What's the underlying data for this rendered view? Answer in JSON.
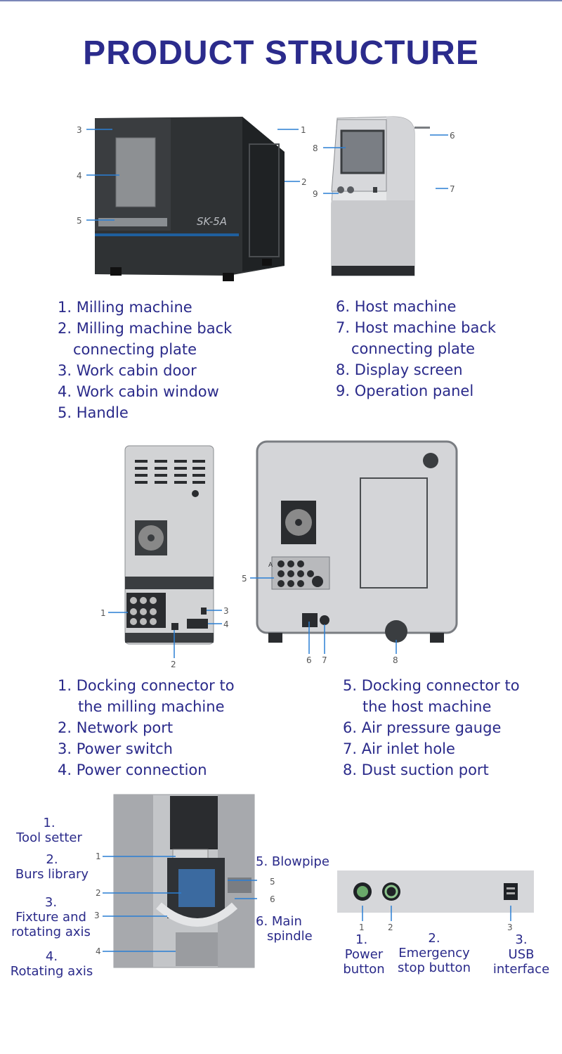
{
  "title": "PRODUCT STRUCTURE",
  "section1": {
    "brand_text": "SK-5A",
    "callouts": [
      "1",
      "2",
      "3",
      "4",
      "5",
      "6",
      "7",
      "8",
      "9"
    ],
    "legend_left": [
      {
        "lines": [
          "1. Milling machine"
        ]
      },
      {
        "lines": [
          "2. Milling machine back",
          "connecting plate"
        ]
      },
      {
        "lines": [
          "3. Work cabin door"
        ]
      },
      {
        "lines": [
          "4. Work cabin window"
        ]
      },
      {
        "lines": [
          "5. Handle"
        ]
      }
    ],
    "legend_right": [
      {
        "lines": [
          "6. Host machine"
        ]
      },
      {
        "lines": [
          "7. Host machine back",
          "connecting plate"
        ]
      },
      {
        "lines": [
          "8. Display screen"
        ]
      },
      {
        "lines": [
          "9. Operation panel"
        ]
      }
    ]
  },
  "section2": {
    "callouts": [
      "1",
      "2",
      "3",
      "4",
      "5",
      "6",
      "7",
      "8"
    ],
    "connector_label": "A",
    "legend_left": [
      {
        "lines": [
          "1.  Docking connector to",
          "the milling machine"
        ]
      },
      {
        "lines": [
          "2. Network port"
        ]
      },
      {
        "lines": [
          "3. Power switch"
        ]
      },
      {
        "lines": [
          "4. Power connection"
        ]
      }
    ],
    "legend_right": [
      {
        "lines": [
          "5. Docking connector to",
          "the host machine"
        ]
      },
      {
        "lines": [
          "6. Air pressure gauge"
        ]
      },
      {
        "lines": [
          "7. Air inlet hole"
        ]
      },
      {
        "lines": [
          "8. Dust suction port"
        ]
      }
    ]
  },
  "section3": {
    "callouts": [
      "1",
      "2",
      "3",
      "4",
      "5",
      "6"
    ],
    "labels": {
      "tool_setter": [
        "1.",
        "Tool setter"
      ],
      "burs_library": [
        "2.",
        "Burs  library"
      ],
      "fixture": [
        "3.",
        "Fixture and",
        "rotating axis"
      ],
      "rotating_axis": [
        "4.",
        "Rotating axis"
      ],
      "blowpipe": "5. Blowpipe",
      "main_spindle": [
        "6.  Main",
        "spindle"
      ]
    }
  },
  "section4": {
    "callouts": [
      "1",
      "2",
      "3"
    ],
    "labels": {
      "power_button": [
        "1.",
        "Power",
        "button"
      ],
      "emergency": [
        "2.",
        "Emergency",
        "stop button"
      ],
      "usb": [
        "3.",
        "USB",
        "interface"
      ]
    }
  }
}
